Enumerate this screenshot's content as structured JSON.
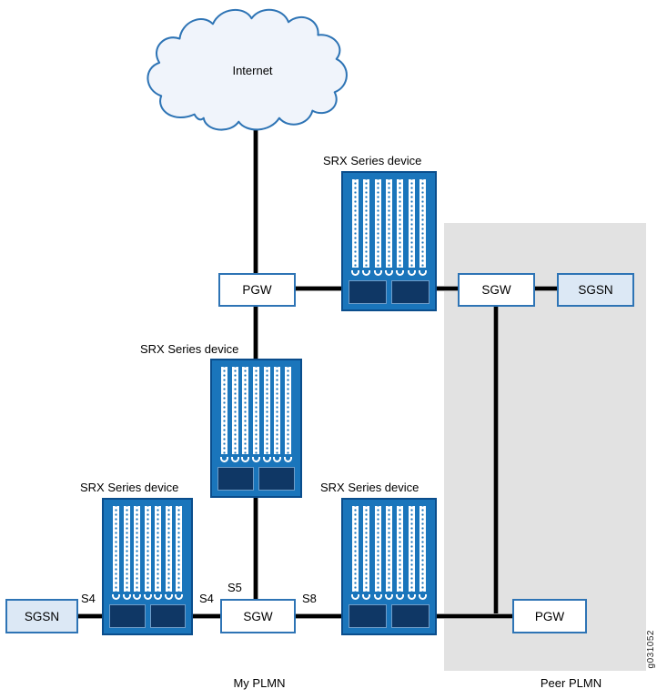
{
  "cloud": {
    "label": "Internet"
  },
  "devices": [
    {
      "id": "srx-top",
      "label": "SRX Series device"
    },
    {
      "id": "srx-middle",
      "label": "SRX Series device"
    },
    {
      "id": "srx-bottom-left",
      "label": "SRX Series device"
    },
    {
      "id": "srx-bottom-right",
      "label": "SRX Series device"
    }
  ],
  "nodes": {
    "pgw_top": {
      "label": "PGW"
    },
    "sgw_top": {
      "label": "SGW"
    },
    "sgsn_top": {
      "label": "SGSN"
    },
    "sgsn_bottom": {
      "label": "SGSN"
    },
    "sgw_bottom": {
      "label": "SGW"
    },
    "pgw_bottom": {
      "label": "PGW"
    }
  },
  "interfaces": {
    "s4_left": "S4",
    "s4_right": "S4",
    "s5": "S5",
    "s8": "S8"
  },
  "regions": {
    "my_plmn": "My PLMN",
    "peer_plmn": "Peer PLMN"
  },
  "figure_id": "g031052",
  "colors": {
    "device_blue": "#1a75bb",
    "device_border": "#0a4d8c",
    "device_base": "#0f3765",
    "node_border": "#2e74b5",
    "sgsn_fill": "#dce8f5",
    "peer_region_fill": "#e2e2e2",
    "cloud_fill": "#f0f4fb",
    "cloud_stroke": "#2e74b5",
    "link": "#000000"
  }
}
